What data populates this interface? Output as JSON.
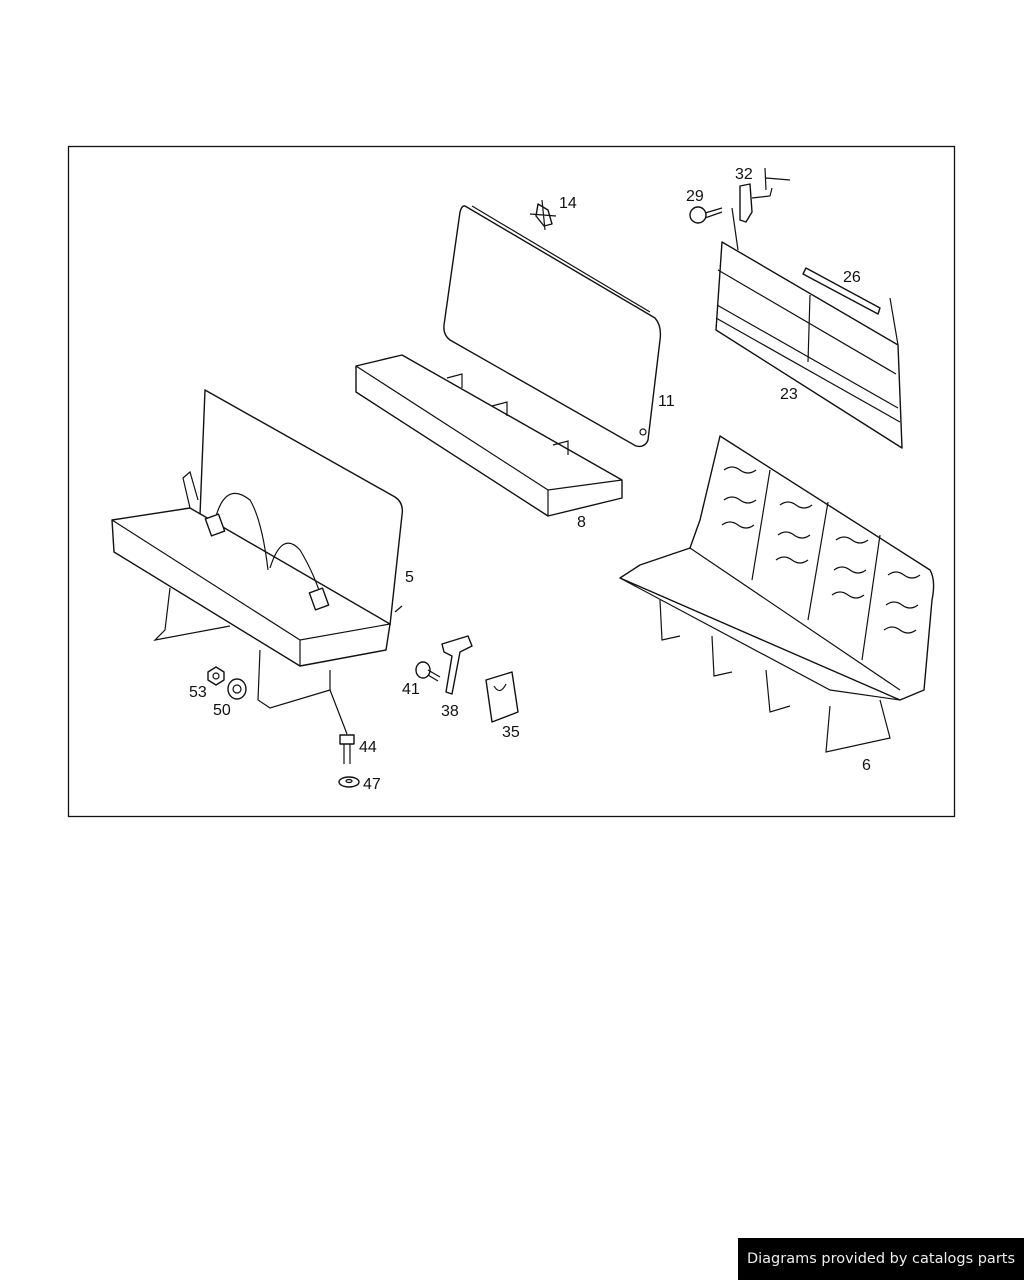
{
  "callouts": {
    "c14": "14",
    "c29": "29",
    "c32": "32",
    "c26": "26",
    "c11": "11",
    "c23": "23",
    "c8": "8",
    "c5": "5",
    "c6": "6",
    "c53": "53",
    "c50": "50",
    "c41": "41",
    "c38": "38",
    "c35": "35",
    "c44": "44",
    "c47": "47"
  },
  "credit": "Diagrams provided by catalogs parts"
}
